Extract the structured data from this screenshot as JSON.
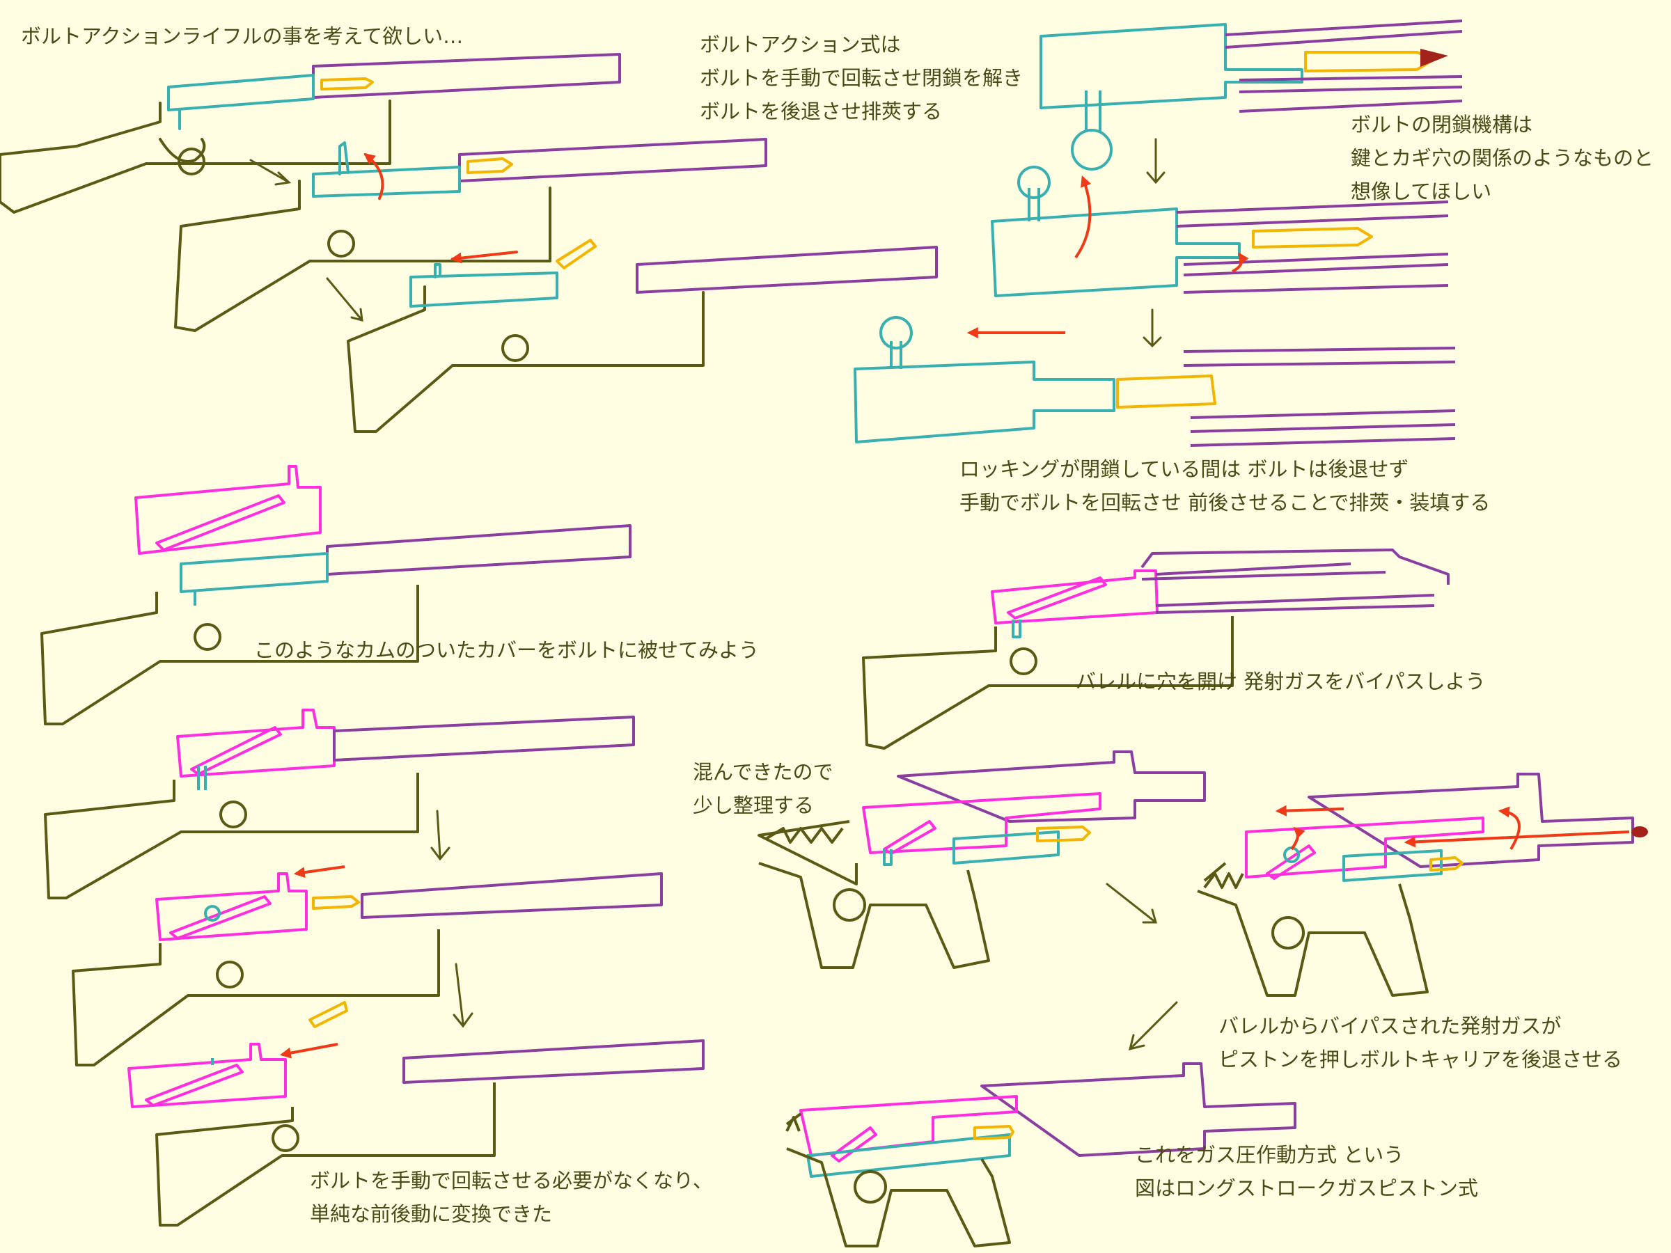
{
  "colors": {
    "paper": "#fffee3",
    "stock": "#5a5a14",
    "barrel": "#8a3fa0",
    "bolt": "#38b0b0",
    "cover": "#ff2ee0",
    "cartridge": "#f2b500",
    "arrow": "#ee3a16",
    "text": "#4a4a16"
  },
  "captions": {
    "intro": "ボルトアクションライフルの事を考えて欲しい…",
    "bolt_action": [
      "ボルトアクション式は",
      "ボルトを手動で回転させ閉鎖を解き",
      "ボルトを後退させ排莢する"
    ],
    "locking": [
      "ボルトの閉鎖機構は",
      "鍵とカギ穴の関係のようなものと",
      "想像してほしい"
    ],
    "cycle": [
      "ロッキングが閉鎖している間は ボルトは後退せず",
      "手動でボルトを回転させ 前後させることで排莢・装填する"
    ],
    "cam_cover": "このようなカムのついたカバーをボルトに被せてみよう",
    "gas_port": "バレルに穴を開け 発射ガスをバイパスしよう",
    "reorganize": [
      "混んできたので",
      "少し整理する"
    ],
    "result": [
      "ボルトを手動で回転させる必要がなくなり、",
      "単純な前後動に変換できた"
    ],
    "piston": [
      "バレルからバイパスされた発射ガスが",
      "ピストンを押しボルトキャリアを後退させる"
    ],
    "conclusion": [
      "これをガス圧作動方式 という",
      "図はロングストロークガスピストン式"
    ]
  }
}
